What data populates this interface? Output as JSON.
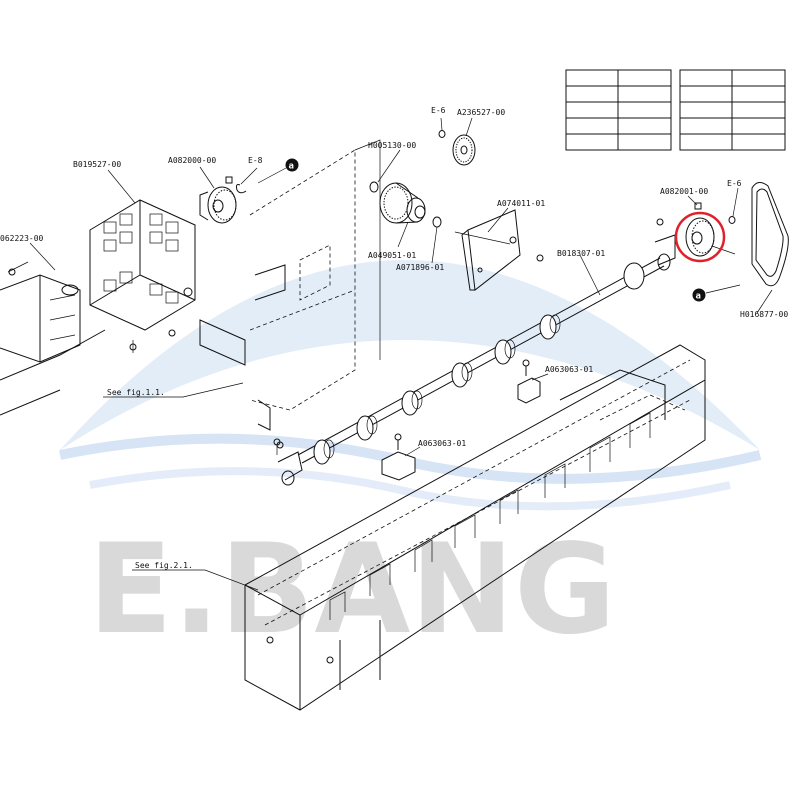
{
  "brand": {
    "watermark_text": "E.BANG",
    "watermark_gray": "#d9d9d9",
    "watermark_blue": "#2e6fc7"
  },
  "highlight_color": "#e0202a",
  "callout_symbol": "a",
  "parts": {
    "e6_top": "E-6",
    "a236527": "A236527-00",
    "h005130": "H005130-00",
    "b019527": "B019527-00",
    "a082000": "A082000-00",
    "e8": "E-8",
    "a074011": "A074011-01",
    "a049051": "A049051-01",
    "a071896": "A071896-01",
    "b018307": "B018307-01",
    "a082001": "A082001-00",
    "e6_right": "E-6",
    "h016877": "H016877-00",
    "p062223": "062223-00",
    "a063063_upper": "A063063-01",
    "a063063_lower": "A063063-01"
  },
  "refs": {
    "fig11": "See fig.1.1.",
    "fig21": "See fig.2.1."
  }
}
